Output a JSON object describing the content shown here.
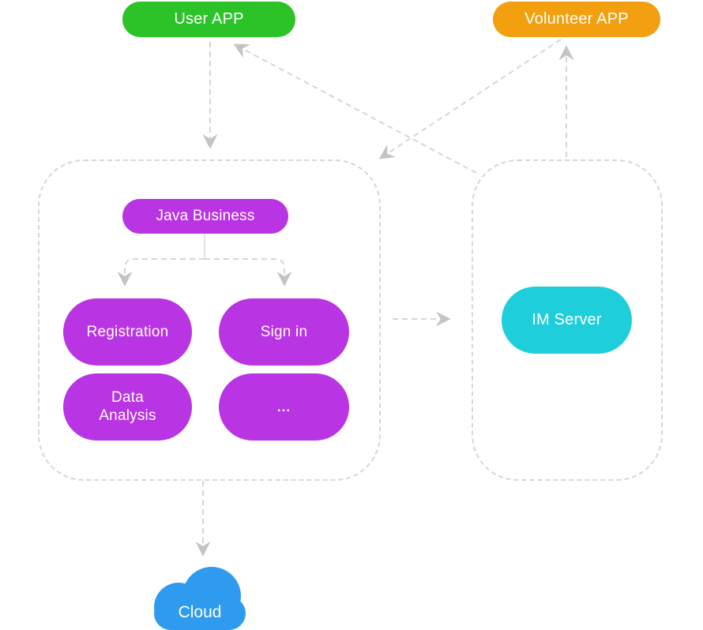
{
  "diagram": {
    "title": "",
    "palette": {
      "green": "#2cc329",
      "orange": "#f2a00f",
      "purple": "#b934e3",
      "cyan": "#1fcedb",
      "blue": "#2e9bef",
      "dash_line": "#d6d6d6",
      "arrowhead": "#c4c4c4",
      "text": "#ffffff"
    },
    "nodes": {
      "user_app": {
        "label": "User APP",
        "color": "#2cc329"
      },
      "volunteer_app": {
        "label": "Volunteer APP",
        "color": "#f2a00f"
      },
      "java_business": {
        "label": "Java Business",
        "color": "#b934e3"
      },
      "registration": {
        "label": "Registration",
        "color": "#b934e3"
      },
      "sign_in": {
        "label": "Sign in",
        "color": "#b934e3"
      },
      "data_analysis": {
        "label": "Data Analysis",
        "color": "#b934e3"
      },
      "more": {
        "label": "...",
        "color": "#b934e3"
      },
      "im_server": {
        "label": "IM Server",
        "color": "#1fcedb"
      },
      "cloud": {
        "label": "Cloud",
        "color": "#2e9bef"
      }
    },
    "edges": [
      {
        "from": "user_app",
        "to": "business_container"
      },
      {
        "from": "volunteer_app",
        "to": "business_container"
      },
      {
        "from": "business_container",
        "to": "im_container"
      },
      {
        "from": "business_container",
        "to": "cloud"
      },
      {
        "from": "im_container",
        "to": "user_app"
      },
      {
        "from": "im_container",
        "to": "volunteer_app"
      },
      {
        "from": "java_business",
        "to": "registration"
      },
      {
        "from": "java_business",
        "to": "sign_in"
      }
    ]
  }
}
